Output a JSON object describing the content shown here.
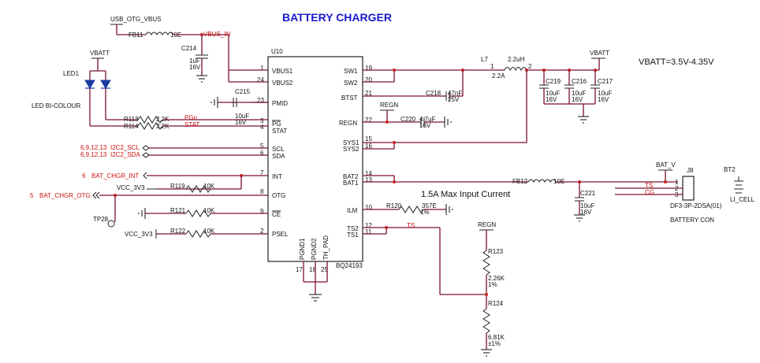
{
  "title": "BATTERY CHARGER",
  "vbatt_range": "VBATT=3.5V-4.35V",
  "max_input_current": "1.5A Max Input Current",
  "ic": {
    "ref": "U10",
    "part": "BQ24193",
    "left_pins": [
      {
        "num": "1",
        "name": "VBUS1"
      },
      {
        "num": "24",
        "name": "VBUS2"
      },
      {
        "num": "23",
        "name": "PMID"
      },
      {
        "num": "3",
        "name": "PG"
      },
      {
        "num": "4",
        "name": "STAT"
      },
      {
        "num": "5",
        "name": "SCL"
      },
      {
        "num": "6",
        "name": "SDA"
      },
      {
        "num": "7",
        "name": "INT"
      },
      {
        "num": "8",
        "name": "OTG"
      },
      {
        "num": "9",
        "name": "CE"
      },
      {
        "num": "2",
        "name": "PSEL"
      }
    ],
    "right_pins": [
      {
        "num": "19",
        "name": "SW1"
      },
      {
        "num": "20",
        "name": "SW2"
      },
      {
        "num": "21",
        "name": "BTST"
      },
      {
        "num": "22",
        "name": "REGN"
      },
      {
        "num": "15",
        "name": "SYS1"
      },
      {
        "num": "16",
        "name": "SYS2"
      },
      {
        "num": "14",
        "name": "BAT2"
      },
      {
        "num": "13",
        "name": "BAT1"
      },
      {
        "num": "10",
        "name": "ILM"
      },
      {
        "num": "12",
        "name": "TS2"
      },
      {
        "num": "11",
        "name": "TS1"
      }
    ],
    "bottom_pins": [
      {
        "num": "17",
        "name": "PGND1"
      },
      {
        "num": "18",
        "name": "PGND2"
      },
      {
        "num": "25",
        "name": "TH_PAD"
      }
    ]
  },
  "nets": {
    "usb_otg_vbus": "USB_OTG_VBUS",
    "vbus_in": "VBUS_IN",
    "vbatt_led": "VBATT",
    "vbatt_out": "VBATT",
    "regn_top": "REGN",
    "regn_right": "REGN",
    "pgn": "PGn",
    "stat": "STAT",
    "i2c_scl": "I2C2_SCL",
    "i2c_sda": "I2C2_SDA",
    "scl_pages": "6,9,12,13",
    "sda_pages": "6,9,12,13",
    "bat_chgr_int": "BAT_CHGR_INT",
    "int_page": "6",
    "bat_chgr_otg": "BAT_CHGR_OTG",
    "otg_page": "5",
    "vcc_3v3_a": "VCC_3V3",
    "vcc_3v3_b": "VCC_3V3",
    "ts": "TS",
    "ts_conn": "TS",
    "cg_conn": "CG",
    "bat_v": "BAT_V"
  },
  "components": {
    "fb11": {
      "ref": "FB11",
      "value": "10E"
    },
    "fb12": {
      "ref": "FB12",
      "value": "10E"
    },
    "c214": {
      "ref": "C214",
      "value": "1uF",
      "voltage": "16V"
    },
    "c215": {
      "ref": "C215",
      "value": "10uF",
      "voltage": "16V"
    },
    "c218": {
      "ref": "C218",
      "value": "47nF",
      "voltage": "25V"
    },
    "c220": {
      "ref": "C220",
      "value": "4.7uF",
      "voltage": "16V"
    },
    "c219": {
      "ref": "C219",
      "value": "10uF",
      "voltage": "16V"
    },
    "c216": {
      "ref": "C216",
      "value": "10uF",
      "voltage": "16V"
    },
    "c217": {
      "ref": "C217",
      "value": "10uF",
      "voltage": "16V"
    },
    "c221": {
      "ref": "C221",
      "value": "10uF",
      "voltage": "16V"
    },
    "l7": {
      "ref": "L7",
      "value": "2.2uH",
      "current": "2.2A",
      "pin1": "1",
      "pin2": "2"
    },
    "r113": {
      "ref": "R113",
      "value": "2.2K"
    },
    "r114": {
      "ref": "R114",
      "value": "2.2K"
    },
    "r119": {
      "ref": "R119",
      "value": "10K"
    },
    "r121": {
      "ref": "R121",
      "value": "10K"
    },
    "r122": {
      "ref": "R122",
      "value": "10K"
    },
    "r120": {
      "ref": "R120",
      "value": "357E",
      "tol": "1%"
    },
    "r123": {
      "ref": "R123",
      "value": "2.26K",
      "tol": "1%"
    },
    "r124": {
      "ref": "R124",
      "value": "6.81K",
      "tol": "±1%"
    },
    "led1": {
      "ref": "LED1",
      "desc": "LED BI-COLOUR"
    },
    "tp28": {
      "ref": "TP28"
    },
    "j8": {
      "ref": "J8",
      "part": "DF3-3P-2DSA(01)",
      "desc": "BATTERY CON",
      "pins": [
        "1",
        "2",
        "3"
      ]
    },
    "bt2": {
      "ref": "BT2",
      "desc": "LI_CELL"
    }
  }
}
